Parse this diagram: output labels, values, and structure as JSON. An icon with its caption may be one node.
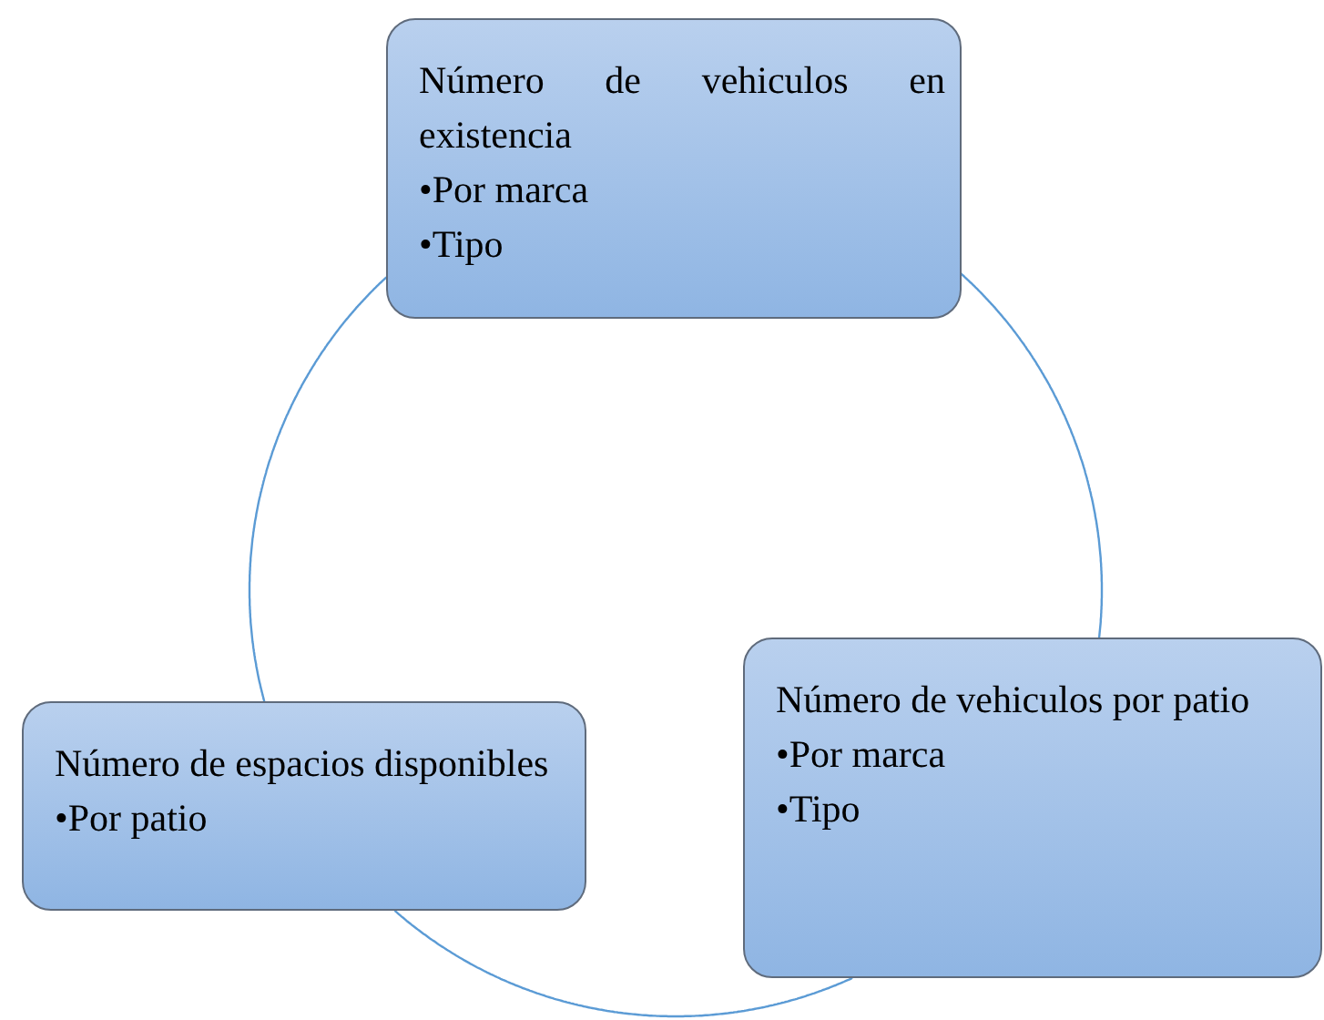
{
  "diagram": {
    "nodes": [
      {
        "text": [
          "Número de vehiculos en existencia",
          "•Por marca",
          "•Tipo"
        ]
      },
      {
        "text": [
          "Número de espacios disponibles",
          "•Por patio"
        ]
      },
      {
        "text": [
          "Número de vehiculos por patio",
          "•Por marca",
          "•Tipo"
        ]
      }
    ],
    "edges": [
      {
        "from": 0,
        "to": 1,
        "arrow": "none"
      },
      {
        "from": 1,
        "to": 2,
        "arrow": "none"
      },
      {
        "from": 2,
        "to": 0,
        "arrow": "none"
      }
    ]
  }
}
